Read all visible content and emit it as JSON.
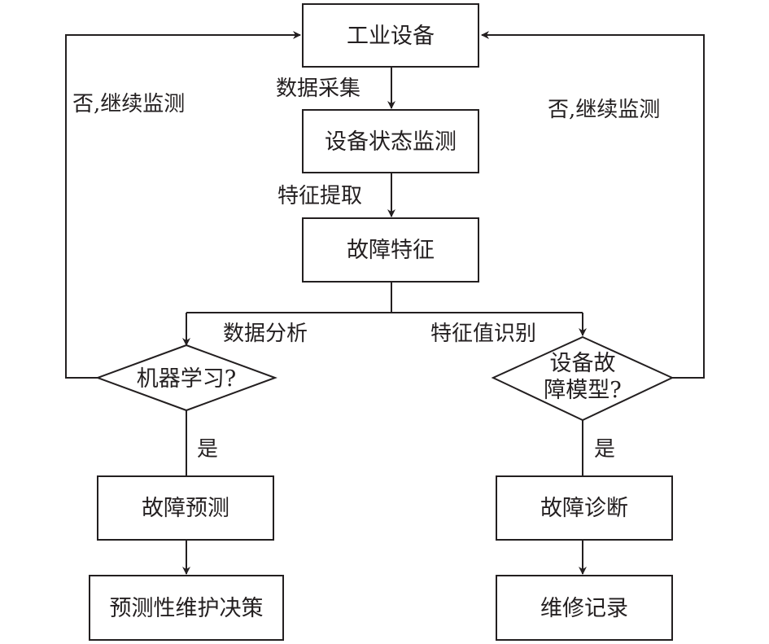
{
  "nodes": {
    "industrial_equipment": "工业设备",
    "condition_monitoring": "设备状态监测",
    "fault_features": "故障特征",
    "machine_learning_line1": "机器学习?",
    "fault_model_line1": "设备故",
    "fault_model_line2": "障模型?",
    "fault_prediction": "故障预测",
    "predictive_maintenance": "预测性维护决策",
    "fault_diagnosis": "故障诊断",
    "maintenance_record": "维修记录"
  },
  "edges": {
    "data_collection": "数据采集",
    "feature_extraction": "特征提取",
    "data_analysis": "数据分析",
    "eigenvalue_identification": "特征值识别",
    "yes_left": "是",
    "yes_right": "是",
    "no_left": "否,继续监测",
    "no_right": "否,继续监测"
  },
  "colors": {
    "stroke": "#231f20",
    "background": "#ffffff"
  }
}
